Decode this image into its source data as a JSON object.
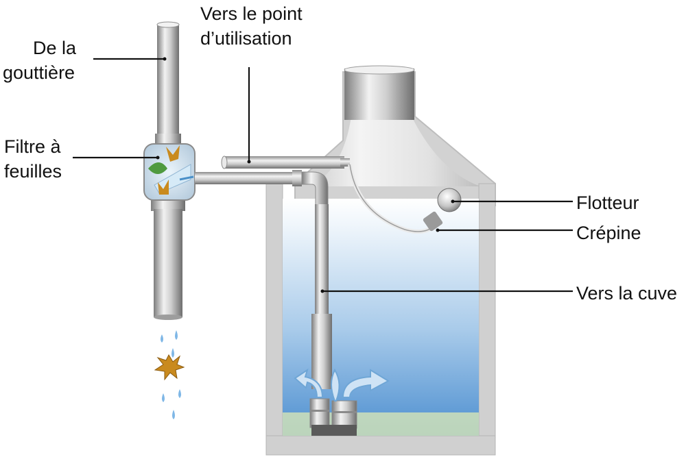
{
  "labels": {
    "gutter": [
      "De la",
      "gouttière"
    ],
    "leaf_filter": [
      "Filtre à",
      "feuilles"
    ],
    "point_of_use": [
      "Vers le point",
      "d’utilisation"
    ],
    "float": "Flotteur",
    "strainer": "Crépine",
    "to_tank": "Vers la cuve"
  },
  "colors": {
    "pipe_light": "#e6e6e6",
    "pipe_dark": "#8c8c8c",
    "tank_wall": "#cfcfcf",
    "water_top": "#eef5fb",
    "water_bottom": "#4d8fd0",
    "sediment": "#cfe0b8",
    "leaf": "#c98a1e",
    "drop": "#7fb7e6",
    "leader_line": "#111111"
  }
}
